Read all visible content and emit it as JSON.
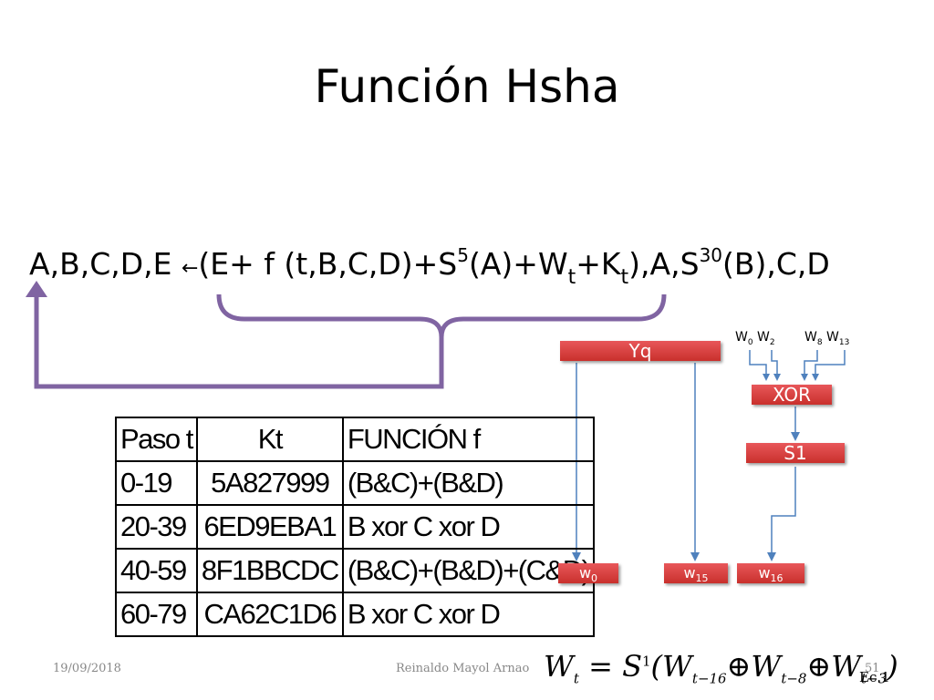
{
  "title": "Función Hsha",
  "formula": {
    "lhs": "A,B,C,D,E",
    "arrow": "←",
    "p1": "(E+ f (t,B,C,D)+S",
    "sup5": "5",
    "p2": "(A)+W",
    "sub_t1": "t",
    "p3": "+K",
    "sub_t2": "t",
    "p4": "),A,S",
    "sup30": "30",
    "p5": "(B),C,D"
  },
  "table": {
    "header": [
      "Paso t",
      "Kt",
      "FUNCIÓN f"
    ],
    "rows": [
      [
        "0-19",
        "5A827999",
        "(B&C)+(B&D)"
      ],
      [
        "20-39",
        "6ED9EBA1",
        "B  xor C xor D"
      ],
      [
        "40-59",
        "8F1BBCDC",
        "(B&C)+(B&D)+(C&D)"
      ],
      [
        "60-79",
        "CA62C1D6",
        "B  xor C xor D"
      ]
    ]
  },
  "diagram": {
    "yq": "Yq",
    "xor": "XOR",
    "s1": "S1",
    "inputs": {
      "w_a": "W",
      "w_a_sub": "0",
      "w_b": "W",
      "w_b_sub": "2",
      "w_c": "W",
      "w_c_sub": "8",
      "w_d": "W",
      "w_d_sub": "13"
    },
    "outputs": {
      "o1": "w",
      "o1_sub": "0",
      "o2": "w",
      "o2_sub": "15",
      "o3": "w",
      "o3_sub": "16"
    }
  },
  "footer": {
    "date": "19/09/2018",
    "author": "Reinaldo Mayol Arnao",
    "page": "51"
  },
  "equation": {
    "W": "W",
    "t": "t",
    "eq": "=",
    "S": "S",
    "one": "1",
    "open": "(W",
    "sub1": "t−16",
    "oplus1": "⊕W",
    "sub2": "t−8",
    "oplus2": "⊕W",
    "sub3": "t−3",
    "close": ")",
    "label": "Ec.1"
  },
  "colors": {
    "accent_purple": "#8064a2",
    "box_red": "#c9302c",
    "line_blue": "#4f81bd"
  }
}
